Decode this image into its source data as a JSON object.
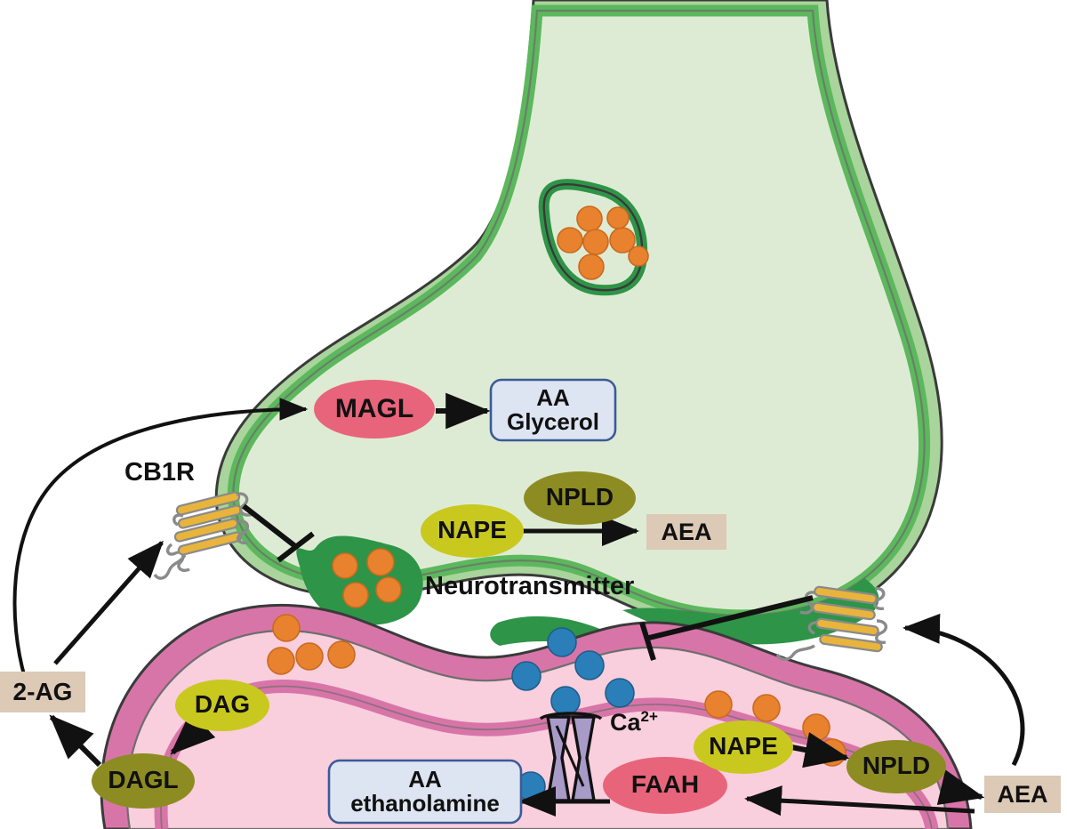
{
  "figure": {
    "kind": "endocannabinoid-synapse-diagram",
    "background": "#ffffff"
  },
  "palette": {
    "axon_fill": "#A9D49B",
    "presyn_fill": "#DEEBD4",
    "presyn_membrane": "#5CB85C",
    "active_zone": "#2E9447",
    "postsyn_fill": "#F9CEDD",
    "postsyn_membrane": "#D875A8",
    "outline": "#3A3A3A",
    "vesicle_orange": "#E8822E",
    "calcium_blue": "#2B7FB8",
    "channel_purple": "#A89BC8",
    "enzyme_pink": "#E8647A",
    "substrate_yellow": "#C9C81F",
    "enzyme_olive": "#8C8C22",
    "tan_box": "#DCC9B6",
    "blue_box": "#DDE4F2",
    "blue_box_border": "#3C5A96",
    "receptor_gold": "#E8B43C",
    "arrow_black": "#111111"
  },
  "presynaptic": {
    "enzymes": [
      {
        "id": "magl",
        "label": "MAGL",
        "color": "#E8647A",
        "shape": "ellipse"
      },
      {
        "id": "npld_pre",
        "label": "NPLD",
        "color": "#8C8C22",
        "shape": "ellipse"
      }
    ],
    "substrates": [
      {
        "id": "nape_pre",
        "label": "NAPE",
        "color": "#C9C81F",
        "shape": "ellipse"
      }
    ],
    "products": [
      {
        "id": "aa_glycerol",
        "lines": [
          "AA",
          "Glycerol"
        ],
        "color": "#DDE4F2",
        "shape": "rounded-box"
      },
      {
        "id": "aea_pre",
        "label": "AEA",
        "color": "#DCC9B6",
        "shape": "box"
      }
    ],
    "receptor_label": "CB1R",
    "vesicle_label": "Neurotransmitter"
  },
  "postsynaptic": {
    "enzymes": [
      {
        "id": "dagl",
        "label": "DAGL",
        "color": "#8C8C22",
        "shape": "ellipse"
      },
      {
        "id": "faah",
        "label": "FAAH",
        "color": "#E8647A",
        "shape": "ellipse"
      },
      {
        "id": "npld_post",
        "label": "NPLD",
        "color": "#8C8C22",
        "shape": "ellipse"
      }
    ],
    "substrates": [
      {
        "id": "dag",
        "label": "DAG",
        "color": "#C9C81F",
        "shape": "ellipse"
      },
      {
        "id": "nape_post",
        "label": "NAPE",
        "color": "#C9C81F",
        "shape": "ellipse"
      }
    ],
    "products": [
      {
        "id": "aa_ethanolamine",
        "lines": [
          "AA",
          "ethanolamine"
        ],
        "color": "#DDE4F2",
        "shape": "rounded-box"
      }
    ],
    "channel_label_main": "Ca",
    "channel_label_sup": "2+"
  },
  "endocannabinoids": [
    {
      "id": "two_ag",
      "label": "2-AG",
      "color": "#DCC9B6"
    },
    {
      "id": "aea_out",
      "label": "AEA",
      "color": "#DCC9B6"
    }
  ],
  "labels": {
    "cb1r": "CB1R",
    "neurotransmitter": "Neurotransmitter",
    "magl": "MAGL",
    "npld_pre": "NPLD",
    "nape_pre": "NAPE",
    "aea_pre": "AEA",
    "aa_glycerol_l1": "AA",
    "aa_glycerol_l2": "Glycerol",
    "two_ag": "2-AG",
    "dag": "DAG",
    "dagl": "DAGL",
    "aa_ethanolamine_l1": "AA",
    "aa_ethanolamine_l2": "ethanolamine",
    "calcium": "Ca",
    "calcium_sup": "2+",
    "faah": "FAAH",
    "nape_post": "NAPE",
    "npld_post": "NPLD",
    "aea_out": "AEA"
  }
}
